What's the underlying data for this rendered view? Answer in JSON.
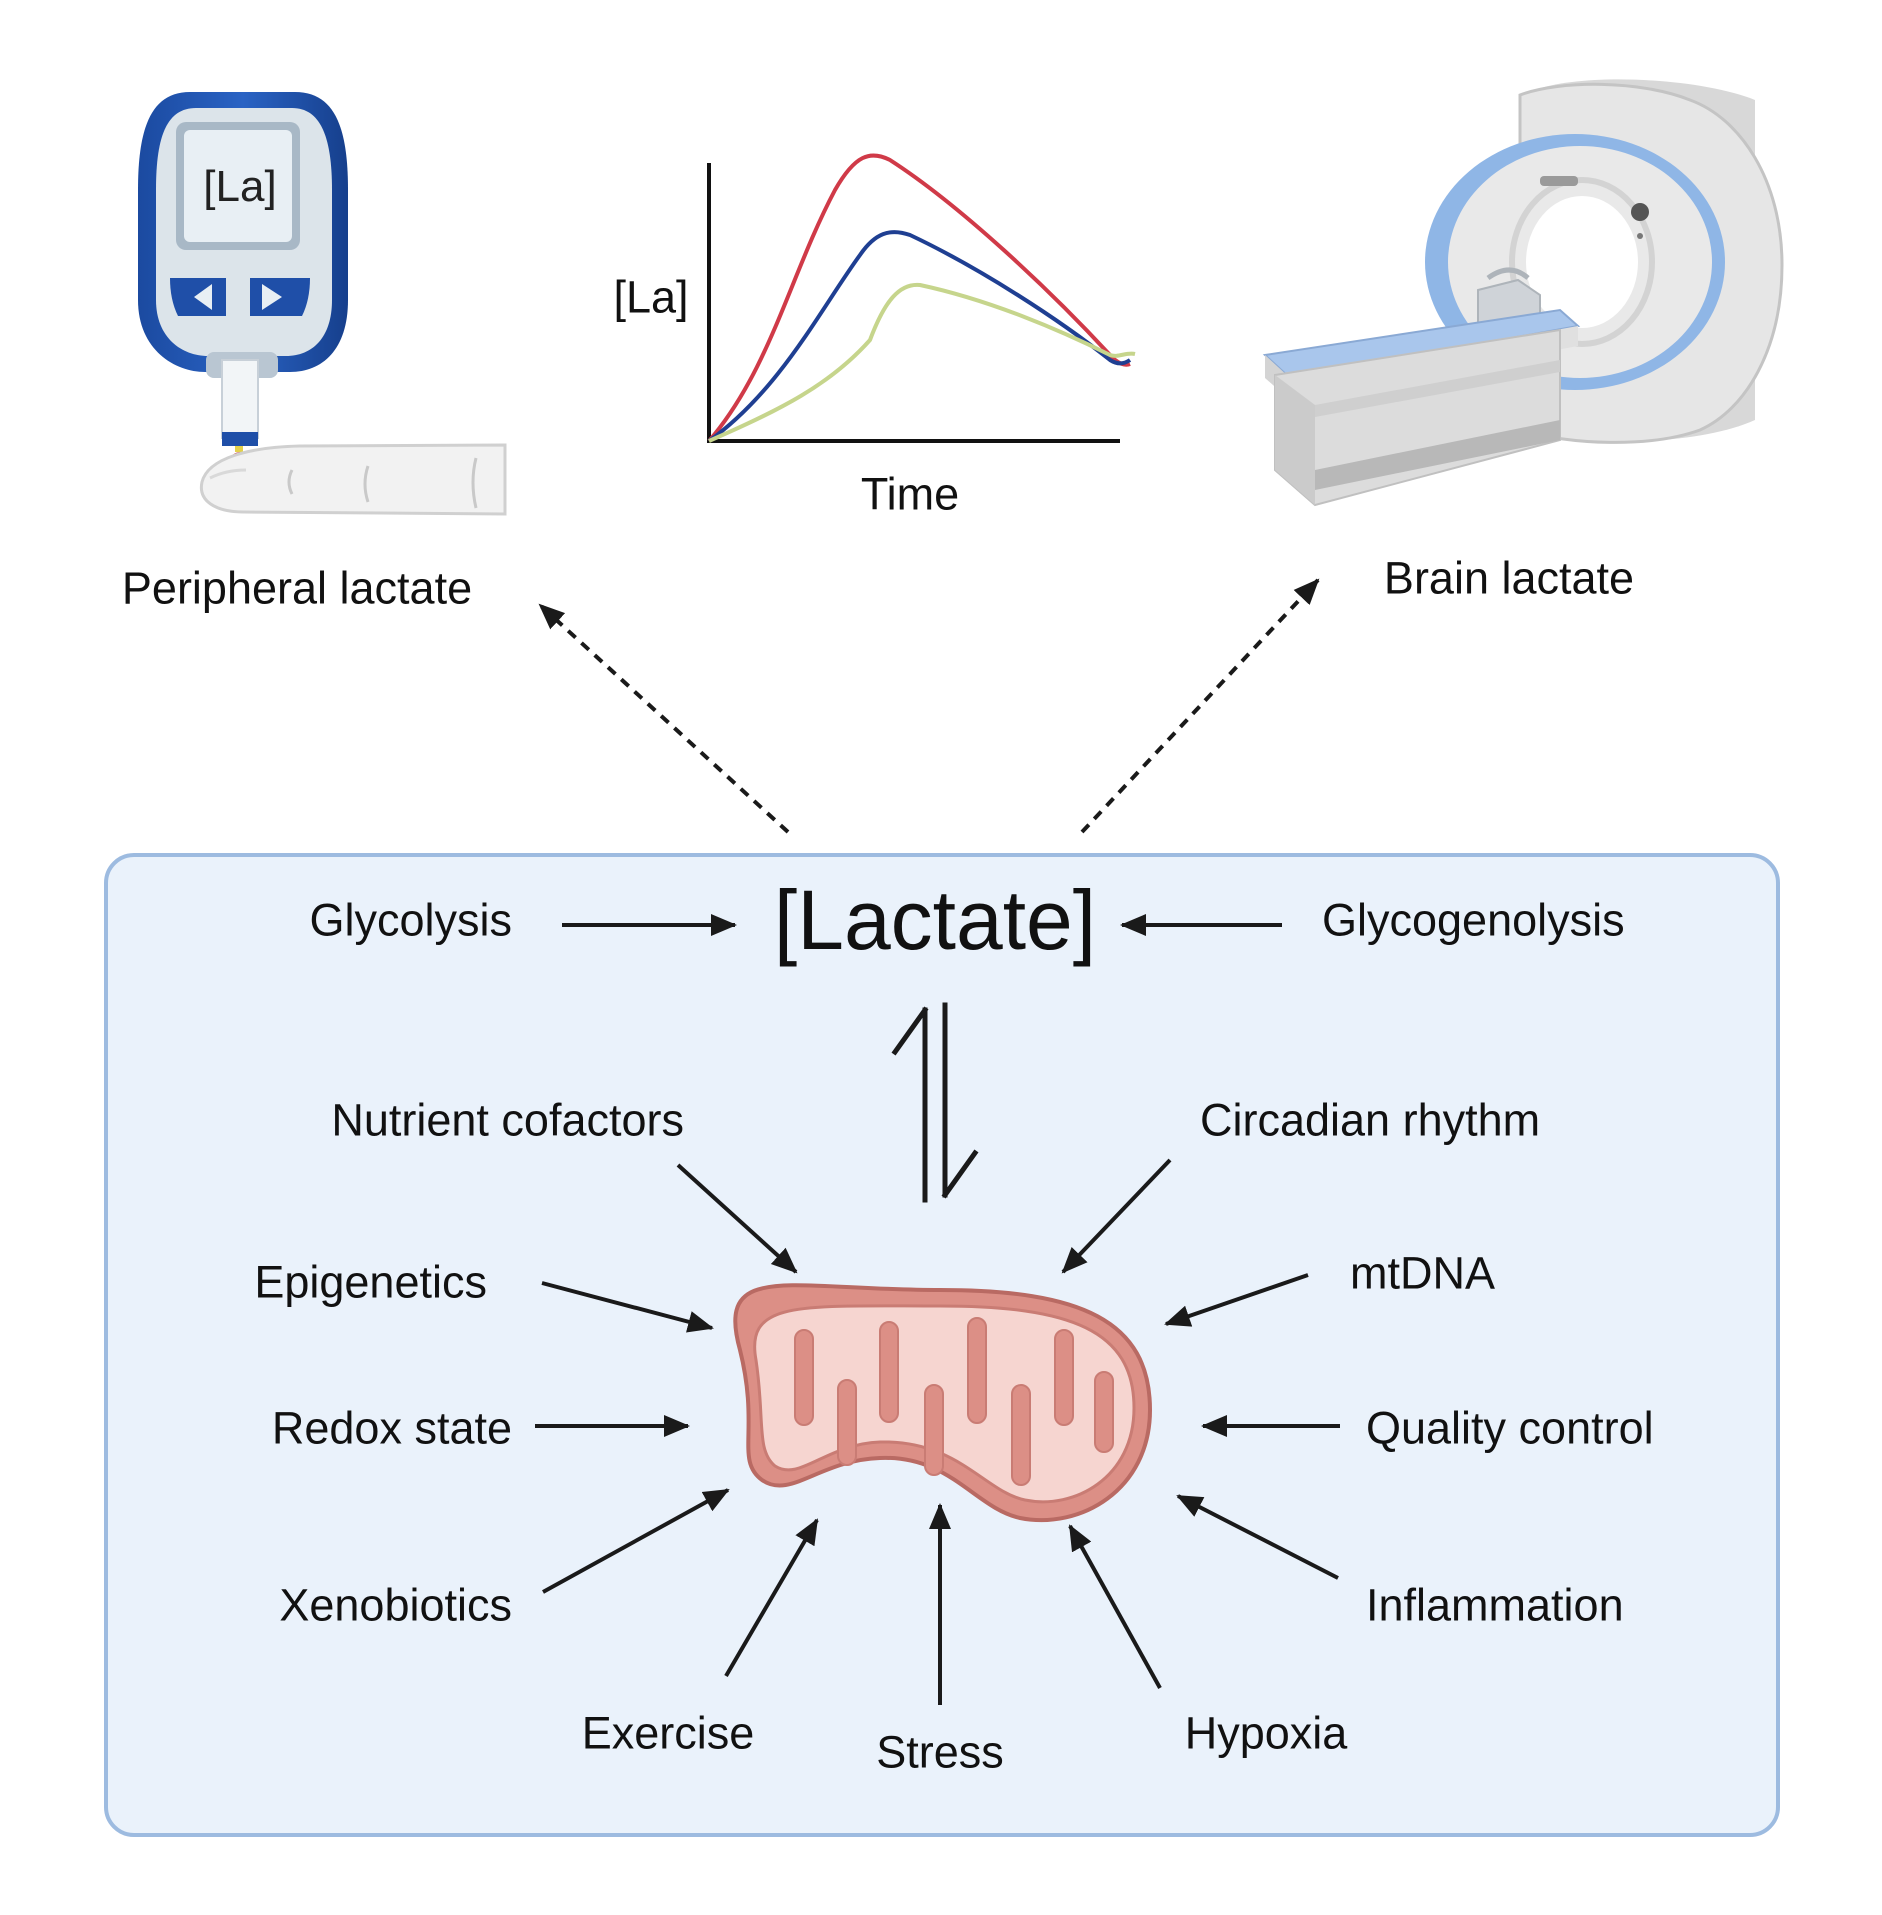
{
  "labels": {
    "peripheral": "Peripheral lactate",
    "brain": "Brain lactate",
    "meter_screen": "[La]",
    "graph_ylabel": "[La]",
    "graph_xlabel": "Time",
    "lactate": "[Lactate]",
    "glycolysis": "Glycolysis",
    "glycogenolysis": "Glycogenolysis",
    "nutrient": "Nutrient cofactors",
    "circadian": "Circadian rhythm",
    "epigenetics": "Epigenetics",
    "mtdna": "mtDNA",
    "redox": "Redox state",
    "quality": "Quality control",
    "xenobiotics": "Xenobiotics",
    "inflammation": "Inflammation",
    "exercise": "Exercise",
    "stress": "Stress",
    "hypoxia": "Hypoxia"
  },
  "colors": {
    "panel_fill": "#eaf2fb",
    "panel_border": "#9dbbe0",
    "curve_red": "#d03a48",
    "curve_blue": "#1f3f92",
    "curve_green": "#c6d58c",
    "mito_outer": "#d98e86",
    "mito_inner": "#f6d5d0"
  },
  "icons": [
    "lactate-meter-icon",
    "finger-icon",
    "mri-scanner-icon",
    "mitochondrion-icon",
    "equilibrium-arrows-icon"
  ]
}
